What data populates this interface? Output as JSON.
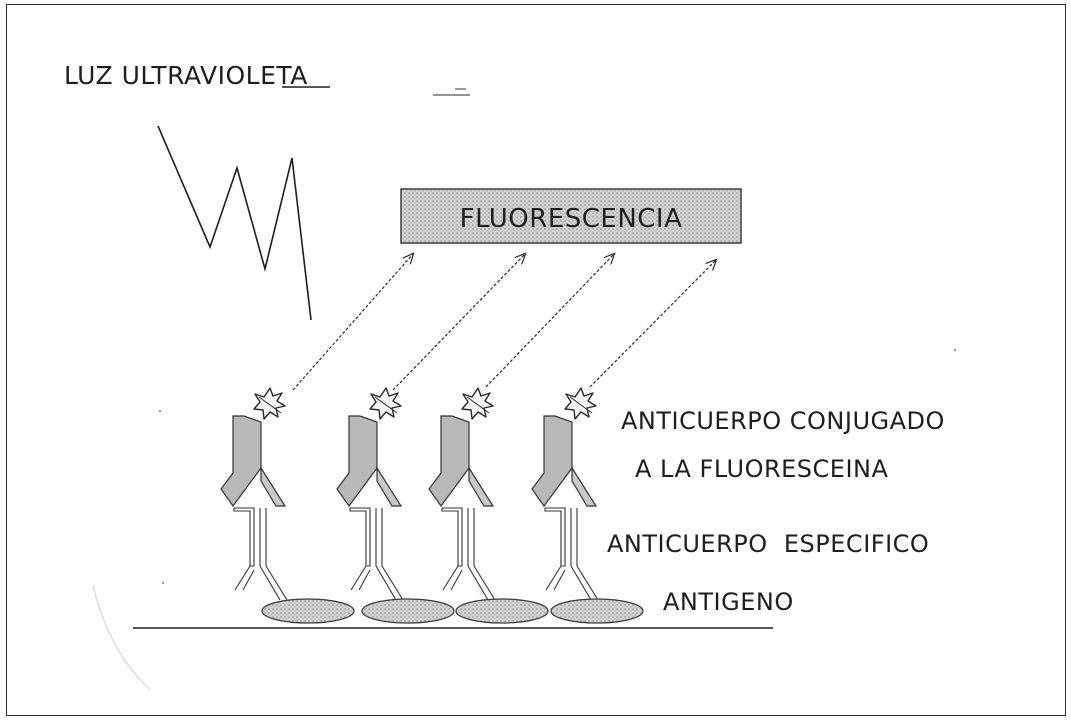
{
  "labels": {
    "uv_light": "LUZ ULTRAVIOLETA",
    "fluorescence": "FLUORESCENCIA",
    "conjugated_antibody_line1": "ANTICUERPO CONJUGADO",
    "conjugated_antibody_line2": "A LA FLUORESCEINA",
    "specific_antibody": "ANTICUERPO  ESPECIFICO",
    "antigen": "ANTIGENO"
  },
  "colors": {
    "ink": "#1e1e1e",
    "stipple_fill": "#d2d2d2",
    "background": "#ffffff"
  },
  "diagram": {
    "unit_count": 4,
    "icons": {
      "fluorophore": "star-burst-icon",
      "uv_wave": "zigzag-wave-icon",
      "antibody": "y-shaped-antibody-icon",
      "antigen": "ellipse-antigen-icon"
    }
  }
}
